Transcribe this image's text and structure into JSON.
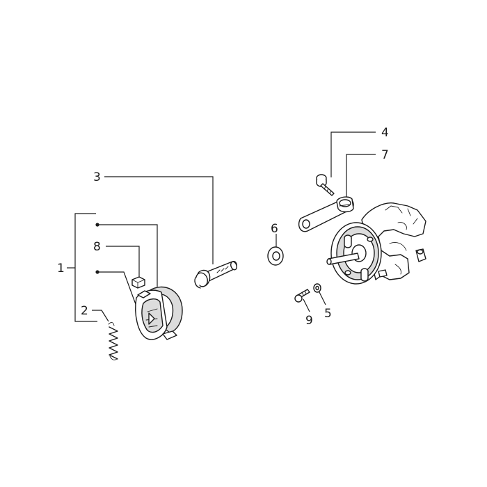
{
  "diagram": {
    "type": "exploded-parts-diagram",
    "callouts": [
      {
        "id": "1",
        "text": "1"
      },
      {
        "id": "2",
        "text": "2"
      },
      {
        "id": "3",
        "text": "3"
      },
      {
        "id": "4",
        "text": "4"
      },
      {
        "id": "5",
        "text": "5"
      },
      {
        "id": "6",
        "text": "6"
      },
      {
        "id": "7",
        "text": "7"
      },
      {
        "id": "8",
        "text": "8"
      },
      {
        "id": "9",
        "text": "9"
      }
    ],
    "colors": {
      "line": "#1a1a1a",
      "background": "#ffffff"
    },
    "icons": [
      "brake-shoe-icon",
      "return-spring-icon",
      "brake-cam-pin-icon",
      "brake-lever-icon",
      "screw-icon",
      "washer-icon",
      "hub-backplate-icon",
      "pad-icon"
    ]
  }
}
